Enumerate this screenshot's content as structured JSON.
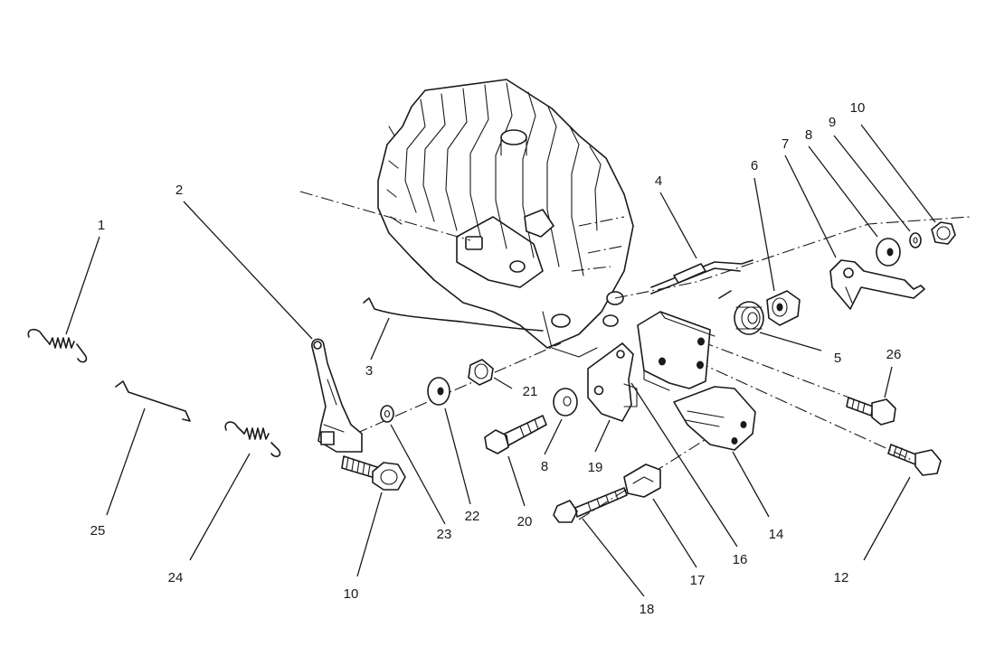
{
  "callouts": [
    {
      "id": "c1",
      "label": "1"
    },
    {
      "id": "c2",
      "label": "2"
    },
    {
      "id": "c3",
      "label": "3"
    },
    {
      "id": "c4",
      "label": "4"
    },
    {
      "id": "c5",
      "label": "5"
    },
    {
      "id": "c6",
      "label": "6"
    },
    {
      "id": "c7",
      "label": "7"
    },
    {
      "id": "c8a",
      "label": "8"
    },
    {
      "id": "c9",
      "label": "9"
    },
    {
      "id": "c10a",
      "label": "10"
    },
    {
      "id": "c8b",
      "label": "8"
    },
    {
      "id": "c10b",
      "label": "10"
    },
    {
      "id": "c12",
      "label": "12"
    },
    {
      "id": "c14",
      "label": "14"
    },
    {
      "id": "c16",
      "label": "16"
    },
    {
      "id": "c17",
      "label": "17"
    },
    {
      "id": "c18",
      "label": "18"
    },
    {
      "id": "c19",
      "label": "19"
    },
    {
      "id": "c20",
      "label": "20"
    },
    {
      "id": "c21",
      "label": "21"
    },
    {
      "id": "c22",
      "label": "22"
    },
    {
      "id": "c23",
      "label": "23"
    },
    {
      "id": "c24",
      "label": "24"
    },
    {
      "id": "c25",
      "label": "25"
    },
    {
      "id": "c26",
      "label": "26"
    }
  ]
}
